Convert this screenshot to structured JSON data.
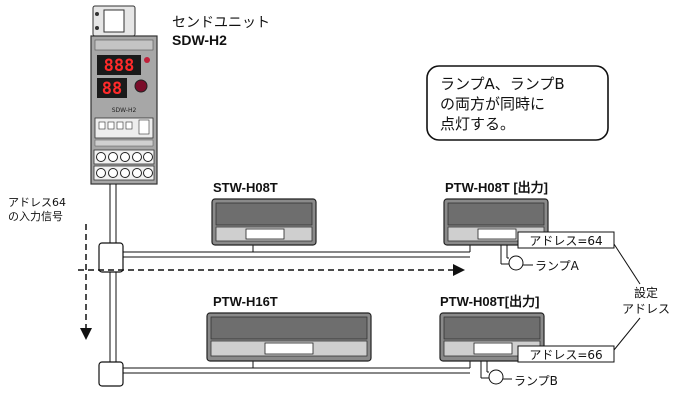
{
  "send_unit": {
    "name": "センドユニット",
    "model": "SDW-H2",
    "display_top": "888",
    "display_bottom": "88",
    "panel_label": "SDW-H2"
  },
  "input_signal": {
    "line1": "アドレス64",
    "line2": "の入力信号"
  },
  "callout": {
    "line1": "ランプA、ランプB",
    "line2": "の両方が同時に",
    "line3": "点灯する。"
  },
  "units": {
    "stw_h08t": {
      "label": "STW-H08T"
    },
    "ptw_h08t_top": {
      "label": "PTW-H08T [出力]",
      "address": "アドレス=64",
      "lamp": "ランプA"
    },
    "ptw_h16t": {
      "label": "PTW-H16T"
    },
    "ptw_h08t_bottom": {
      "label": "PTW-H08T[出力]",
      "address": "アドレス=66",
      "lamp": "ランプB"
    }
  },
  "setting_label": {
    "line1": "設定",
    "line2": "アドレス"
  },
  "colors": {
    "unit_body": "#8a8a8a",
    "unit_dark": "#5a5a5a",
    "unit_light": "#d9d9d9",
    "display_red": "#ff2a2a",
    "line": "#111111"
  }
}
